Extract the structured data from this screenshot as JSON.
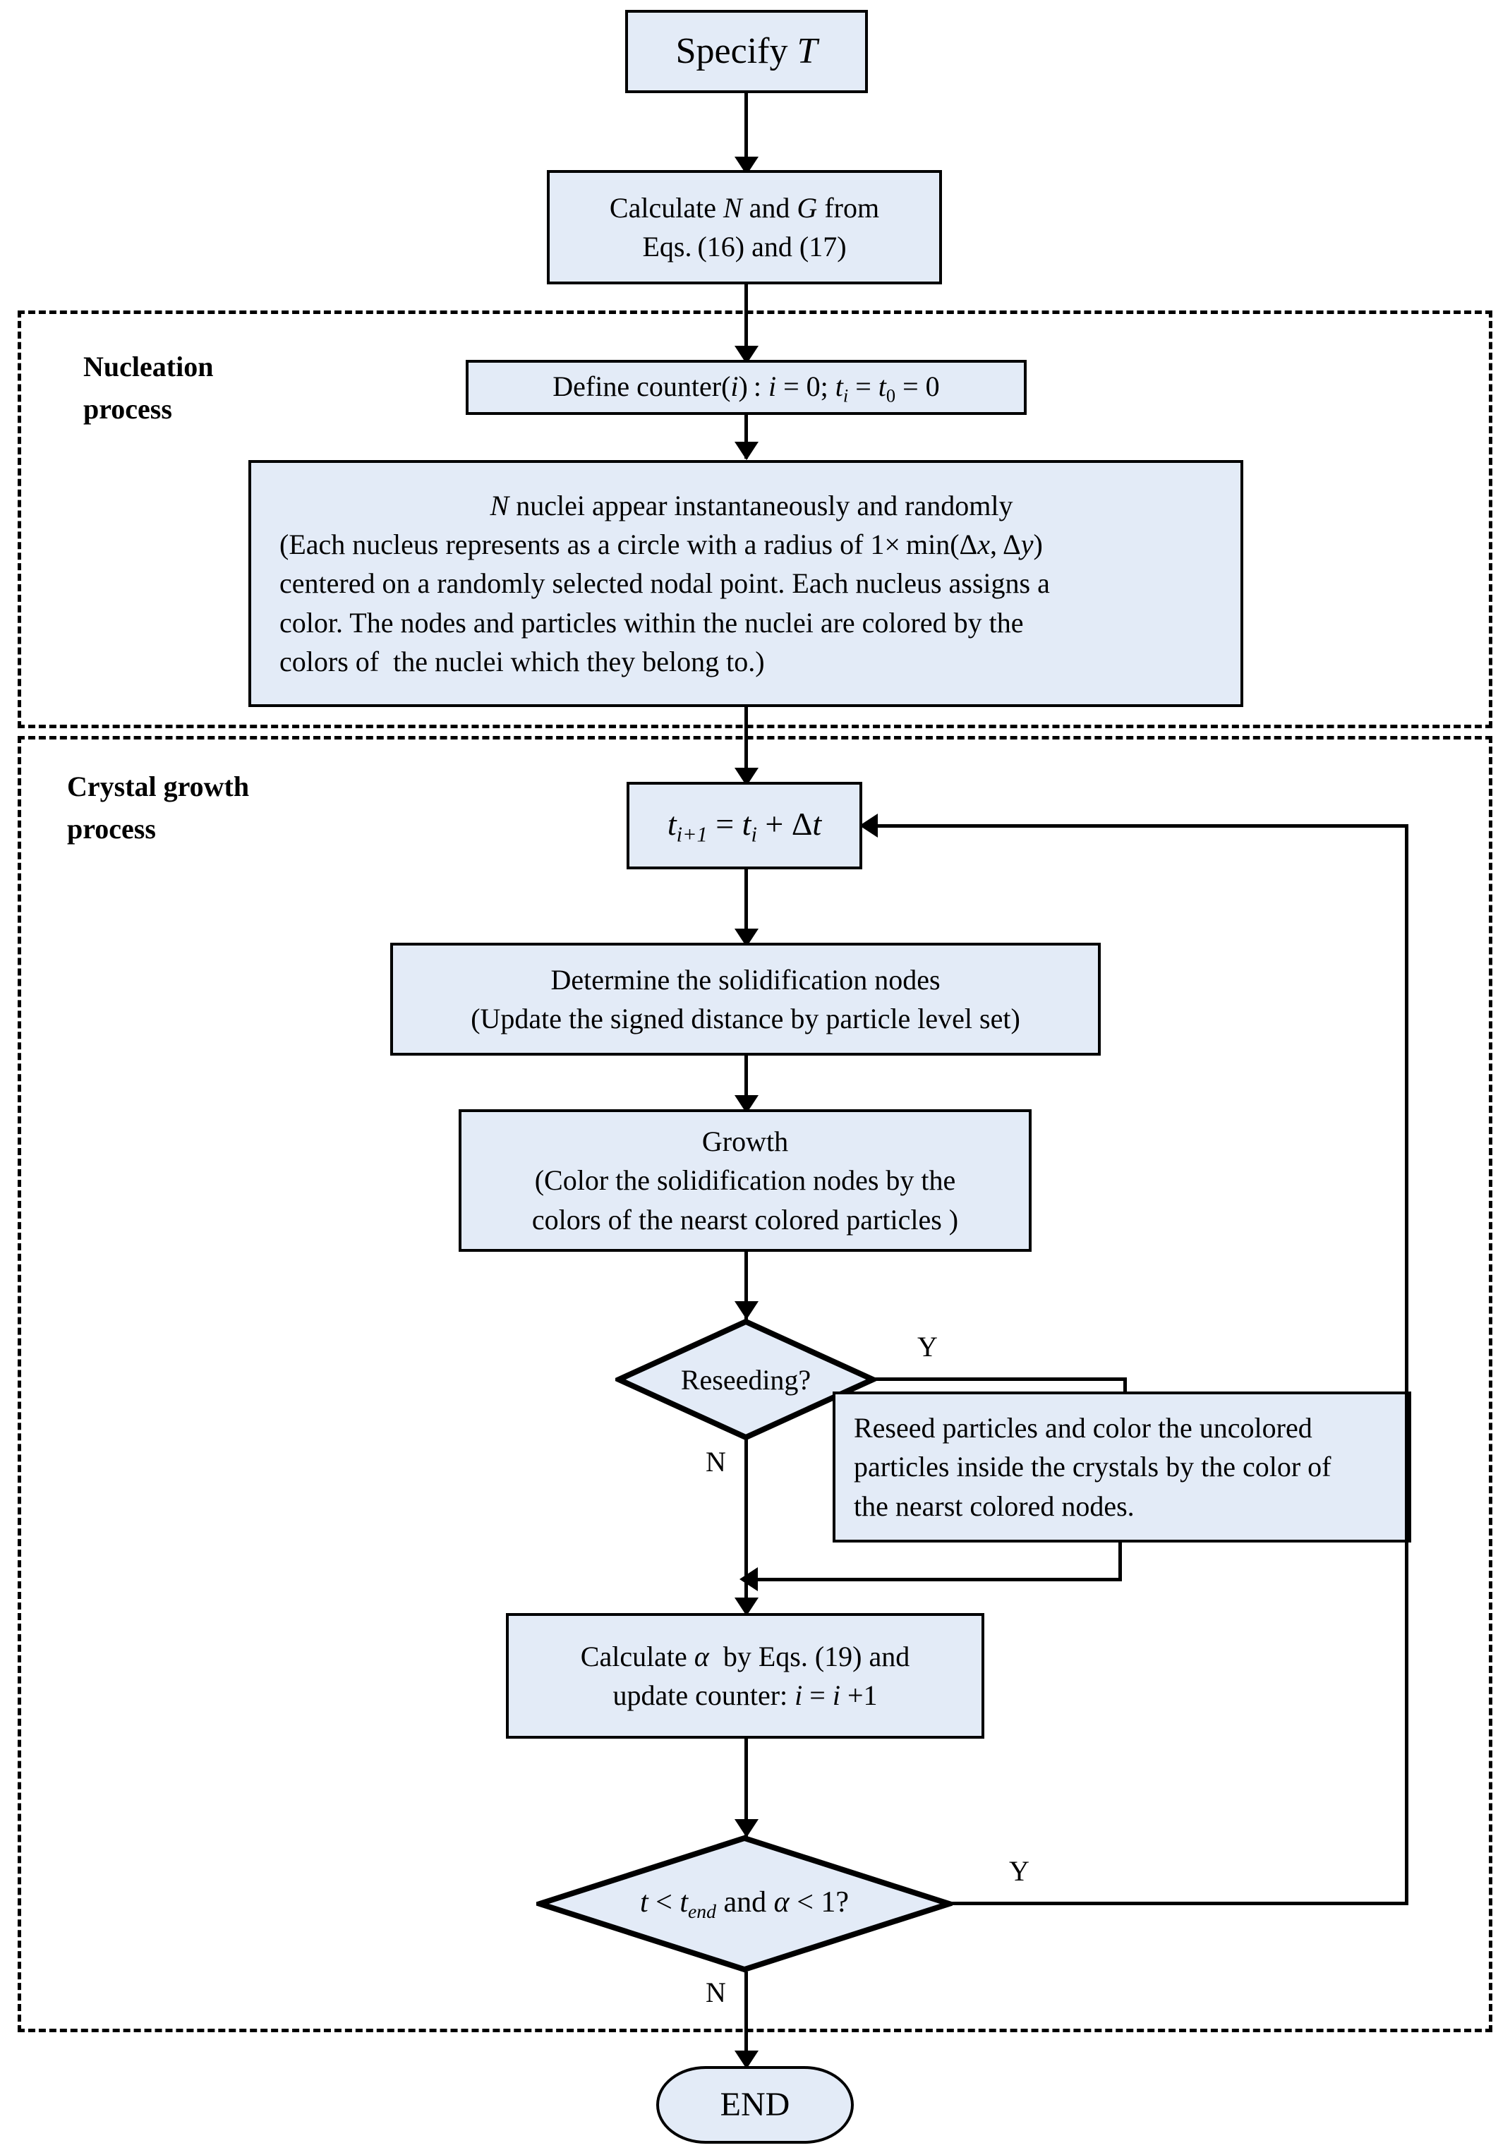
{
  "diagram": {
    "title": "Flowchart of nucleation and crystal growth simulation",
    "fill_color": "#e3ebf7",
    "stroke_color": "#000000",
    "background_color": "#ffffff"
  },
  "groups": [
    {
      "id": "nucleation",
      "label": "Nucleation\nprocess"
    },
    {
      "id": "crystal_growth",
      "label": "Crystal growth\nprocess"
    }
  ],
  "nodes": {
    "start": {
      "shape": "process",
      "lines": [
        "Specify T"
      ]
    },
    "calc_ng": {
      "shape": "process",
      "lines": [
        "Calculate N and G from",
        "Eqs. (16) and (17)"
      ]
    },
    "define_counter": {
      "shape": "process",
      "lines": [
        "Define counter(i) : i = 0; t i = t 0 = 0"
      ]
    },
    "nuclei": {
      "shape": "process",
      "lines": [
        "N nuclei appear instantaneously and randomly",
        "(Each nucleus represents as a circle with a radius of 1× min(Δx, Δy)",
        "centered on a randomly selected nodal point. Each nucleus assigns a",
        "color. The nodes and particles within the nuclei are colored by the",
        "colors of  the nuclei which they belong to.)"
      ]
    },
    "time_step": {
      "shape": "process",
      "lines": [
        "t i+1 = t i + Δt"
      ]
    },
    "determine": {
      "shape": "process",
      "lines": [
        "Determine the solidification nodes",
        "(Update the signed distance by particle level set)"
      ]
    },
    "growth": {
      "shape": "process",
      "lines": [
        "Growth",
        "(Color the solidification nodes by the",
        "colors of the nearst colored particles )"
      ]
    },
    "reseeding_decision": {
      "shape": "decision",
      "lines": [
        "Reseeding?"
      ]
    },
    "reseed": {
      "shape": "process",
      "lines": [
        "Reseed particles and color the uncolored",
        "particles inside the crystals by the color of",
        "the nearst colored nodes."
      ]
    },
    "calc_alpha": {
      "shape": "process",
      "lines": [
        "Calculate α by Eqs. (19) and",
        "update counter: i = i +1"
      ]
    },
    "loop_decision": {
      "shape": "decision",
      "lines": [
        "t < t end and α < 1?"
      ]
    },
    "end": {
      "shape": "terminal",
      "lines": [
        "END"
      ]
    }
  },
  "edge_labels": {
    "reseeding_yes": "Y",
    "reseeding_no": "N",
    "loop_yes": "Y",
    "loop_no": "N"
  }
}
